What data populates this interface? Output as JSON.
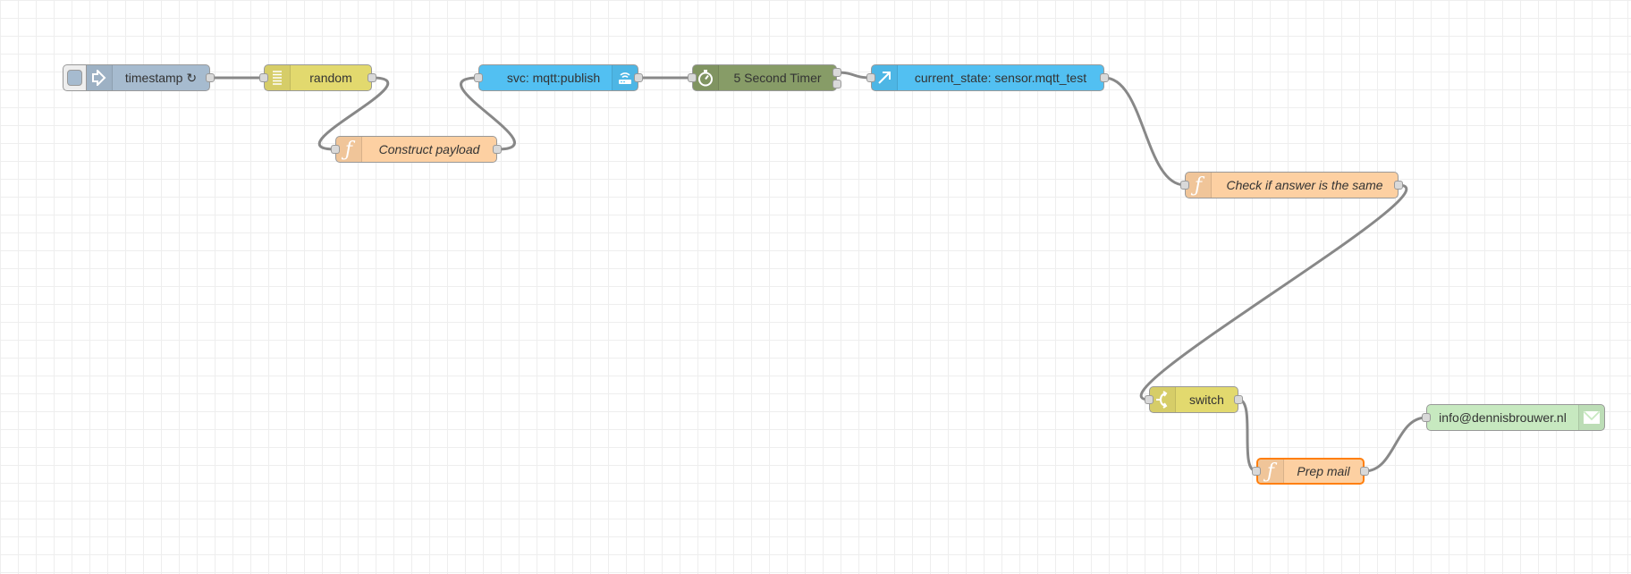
{
  "canvas": {
    "grid": true
  },
  "colors": {
    "inject": "#a6bbcf",
    "random": "#e2d96e",
    "function": "#fdd0a2",
    "homeassistant": "#52c0f2",
    "timer": "#879c67",
    "switch": "#e2d96e",
    "email": "#c7e9c0",
    "wire": "#888888",
    "selected": "#ff7f0e"
  },
  "nodes": {
    "timestamp": {
      "label": "timestamp ↻",
      "icon": "arrow-in-icon"
    },
    "random": {
      "label": "random",
      "icon": "list-icon"
    },
    "construct": {
      "label": "Construct payload",
      "icon": "function-icon"
    },
    "svc": {
      "label": "svc: mqtt:publish",
      "icon": "router-icon"
    },
    "timer": {
      "label": "5 Second Timer",
      "icon": "stopwatch-icon"
    },
    "current_state": {
      "label": "current_state: sensor.mqtt_test",
      "icon": "arrow-up-right-icon"
    },
    "check": {
      "label": "Check if answer is the same",
      "icon": "function-icon"
    },
    "switch": {
      "label": "switch",
      "icon": "switch-icon"
    },
    "prep_mail": {
      "label": "Prep mail",
      "icon": "function-icon",
      "selected": true
    },
    "email": {
      "label": "info@dennisbrouwer.nl",
      "icon": "envelope-icon"
    }
  },
  "wires": [
    [
      "timestamp",
      0,
      "random"
    ],
    [
      "random",
      0,
      "construct"
    ],
    [
      "construct",
      0,
      "svc"
    ],
    [
      "svc",
      0,
      "timer"
    ],
    [
      "timer",
      0,
      "current_state"
    ],
    [
      "current_state",
      0,
      "check"
    ],
    [
      "check",
      0,
      "switch"
    ],
    [
      "switch",
      0,
      "prep_mail"
    ],
    [
      "prep_mail",
      0,
      "email"
    ]
  ]
}
